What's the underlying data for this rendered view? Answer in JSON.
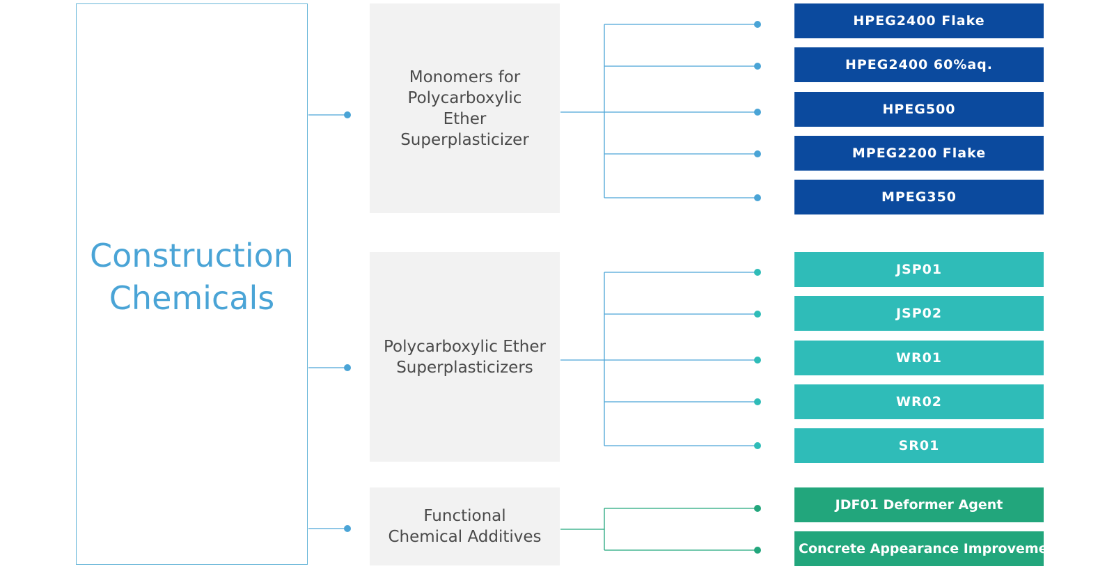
{
  "colors": {
    "root_border": "#65b5d8",
    "root_text": "#4aa4d6",
    "category_bg": "#f2f2f2",
    "category_text": "#4a4a4a",
    "blue_product": "#0b4a9e",
    "teal_product": "#2fbcb8",
    "green_product": "#22a67c",
    "blue_line": "#4aa4d6",
    "teal_line": "#2fbcb8",
    "green_line": "#22a67c"
  },
  "root": {
    "title": "Construction\nChemicals"
  },
  "categories": [
    {
      "label": "Monomers for\nPolycarboxylic\nEther\nSuperplasticizer",
      "products": [
        "HPEG2400 Flake",
        "HPEG2400 60%aq.",
        "HPEG500",
        "MPEG2200 Flake",
        "MPEG350"
      ]
    },
    {
      "label": "Polycarboxylic Ether\nSuperplasticizers",
      "products": [
        "JSP01",
        "JSP02",
        "WR01",
        "WR02",
        "SR01"
      ]
    },
    {
      "label": "Functional\nChemical Additives",
      "products": [
        "JDF01 Deformer Agent",
        "Concrete Appearance Improvement Agent"
      ]
    }
  ]
}
